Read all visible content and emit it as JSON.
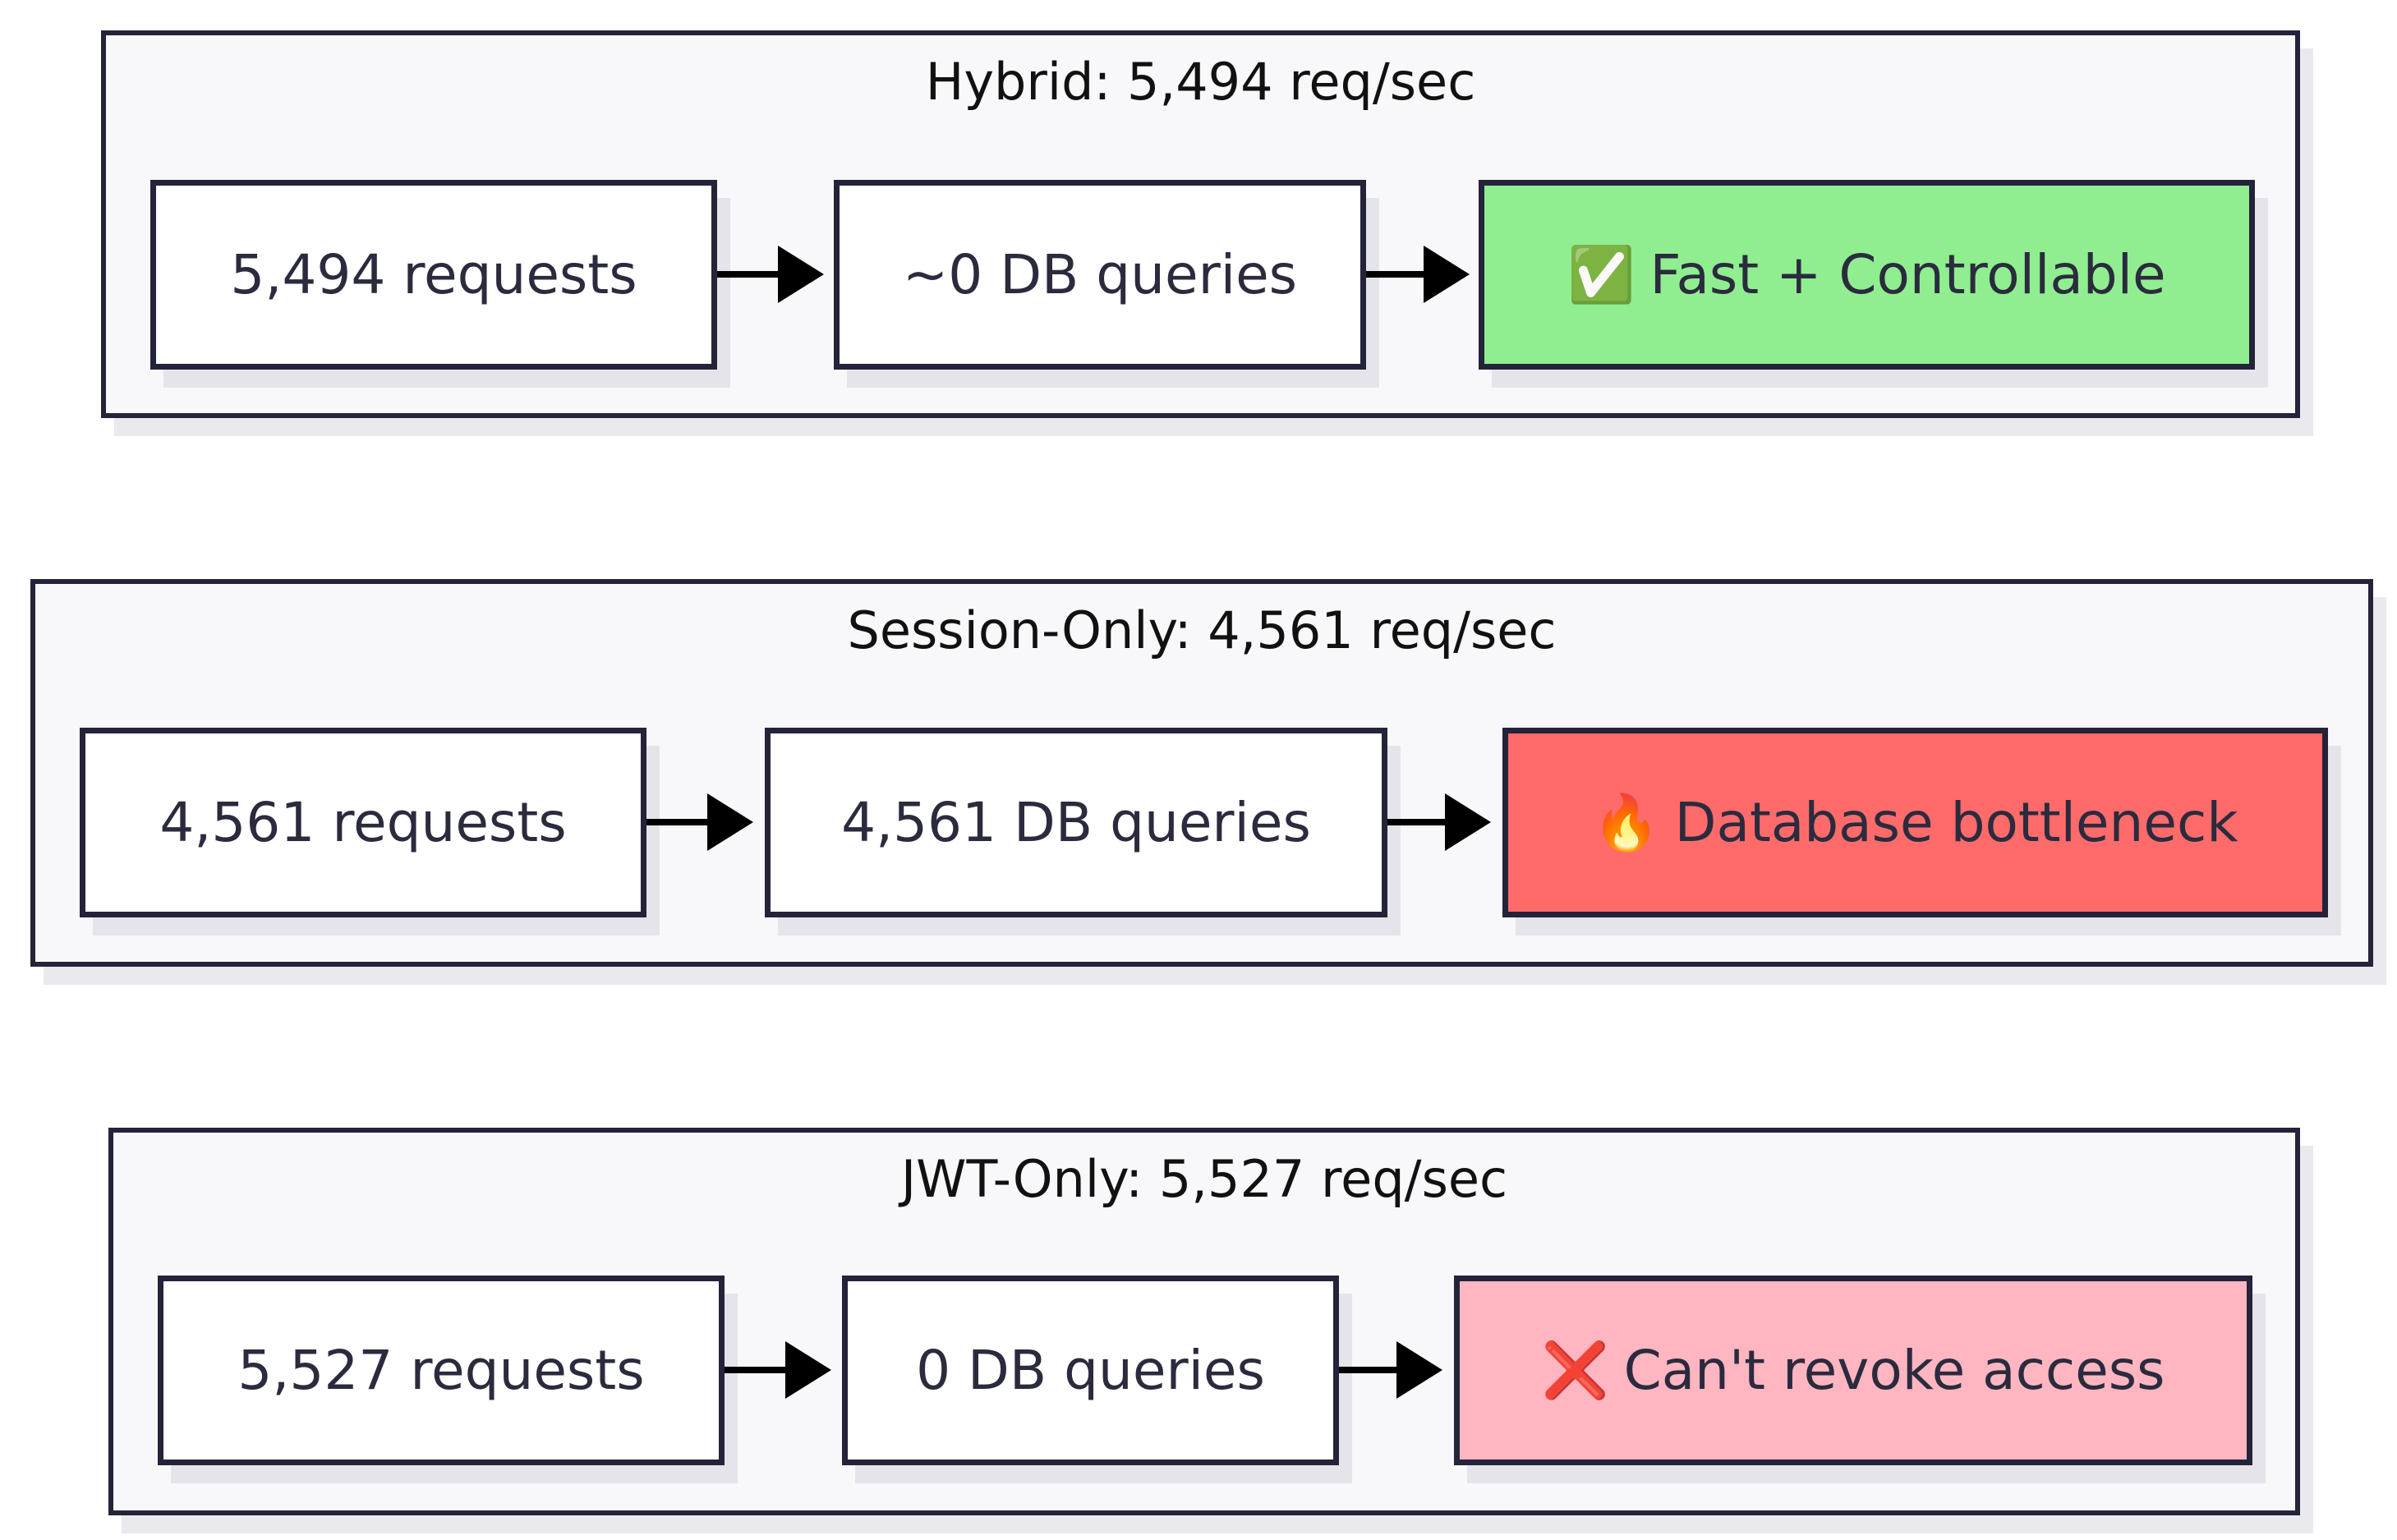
{
  "groups": [
    {
      "title": "Hybrid: 5,494 req/sec",
      "nodes": [
        {
          "label": "5,494 requests"
        },
        {
          "label": "~0 DB queries"
        },
        {
          "emoji": "✅",
          "label": "Fast + Controllable",
          "fill": "#90ee90"
        }
      ]
    },
    {
      "title": "Session-Only: 4,561 req/sec",
      "nodes": [
        {
          "label": "4,561 requests"
        },
        {
          "label": "4,561 DB queries"
        },
        {
          "emoji": "🔥",
          "label": "Database bottleneck",
          "fill": "#ff6b6b"
        }
      ]
    },
    {
      "title": "JWT-Only: 5,527 req/sec",
      "nodes": [
        {
          "label": "5,527 requests"
        },
        {
          "label": "0 DB queries"
        },
        {
          "emoji": "❌",
          "label": "Can't revoke access",
          "fill": "#ffb6c1"
        }
      ]
    }
  ]
}
